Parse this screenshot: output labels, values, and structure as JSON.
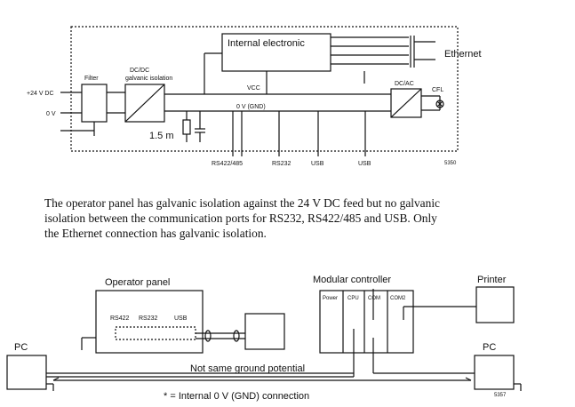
{
  "diagram_top": {
    "internal_electronic": "Internal electronic",
    "ethernet": "Ethernet",
    "filter": "Filter",
    "dcdc_line1": "DC/DC",
    "dcdc_line2": "galvanic isolation",
    "dcac": "DC/AC",
    "cfl": "CFL",
    "vcc": "VCC",
    "gnd": "0 V (GND)",
    "plus24": "+24 V DC",
    "zero_v": "0 V",
    "resistor": "1.5 m",
    "ports": [
      "RS422/485",
      "RS232",
      "USB",
      "USB"
    ],
    "figure_id": "5350"
  },
  "paragraph": {
    "line1": "The operator panel has galvanic isolation against the 24 V DC feed but no galvanic",
    "line2": "isolation between the communication ports for RS232, RS422/485 and USB. Only",
    "line3": "the Ethernet connection has galvanic isolation."
  },
  "diagram_bottom": {
    "operator_panel": "Operator panel",
    "modular_controller": "Modular controller",
    "printer": "Printer",
    "pc_left": "PC",
    "pc_right": "PC",
    "port_rs422": "RS422",
    "port_rs232": "RS232",
    "port_usb": "USB",
    "module_power": "Power",
    "module_cpu": "CPU",
    "module_com": "COM",
    "module_com2": "COM2",
    "ground_note": "Not same ground potential",
    "legend": "* = Internal 0 V (GND) connection",
    "figure_id": "5357"
  }
}
